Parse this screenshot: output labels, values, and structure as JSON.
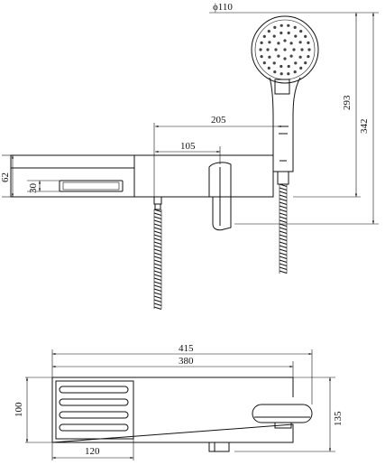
{
  "diagram": {
    "dimensions": {
      "head_diameter": "ϕ110",
      "d_293": "293",
      "d_342": "342",
      "d_205": "205",
      "d_105": "105",
      "d_62": "62",
      "d_30": "30",
      "d_415": "415",
      "d_380": "380",
      "d_100": "100",
      "d_135": "135",
      "d_120": "120"
    }
  }
}
